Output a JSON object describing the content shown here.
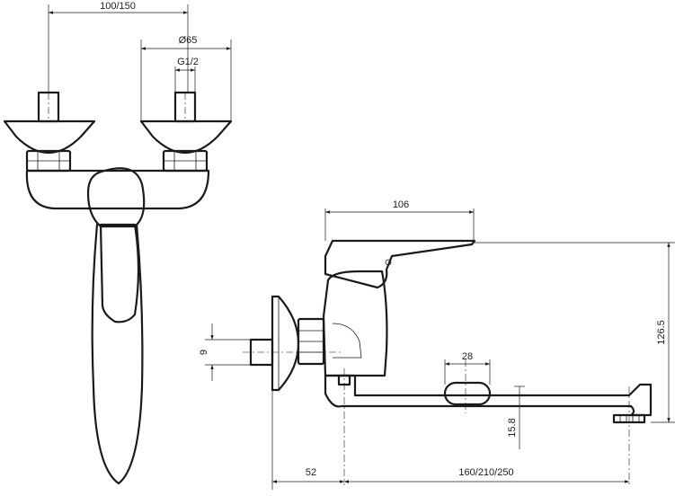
{
  "front_view": {
    "dimensions": {
      "centre_distance": "100/150",
      "rosette_diameter": "Ø65",
      "thread_size": "G1/2"
    }
  },
  "side_view": {
    "dimensions": {
      "lever_length": "106",
      "overall_height": "126.5",
      "thread_depth": "9",
      "spout_end_width": "28",
      "outlet_height": "15.8",
      "wall_to_body": "52",
      "spout_reach": "160/210/250"
    }
  }
}
